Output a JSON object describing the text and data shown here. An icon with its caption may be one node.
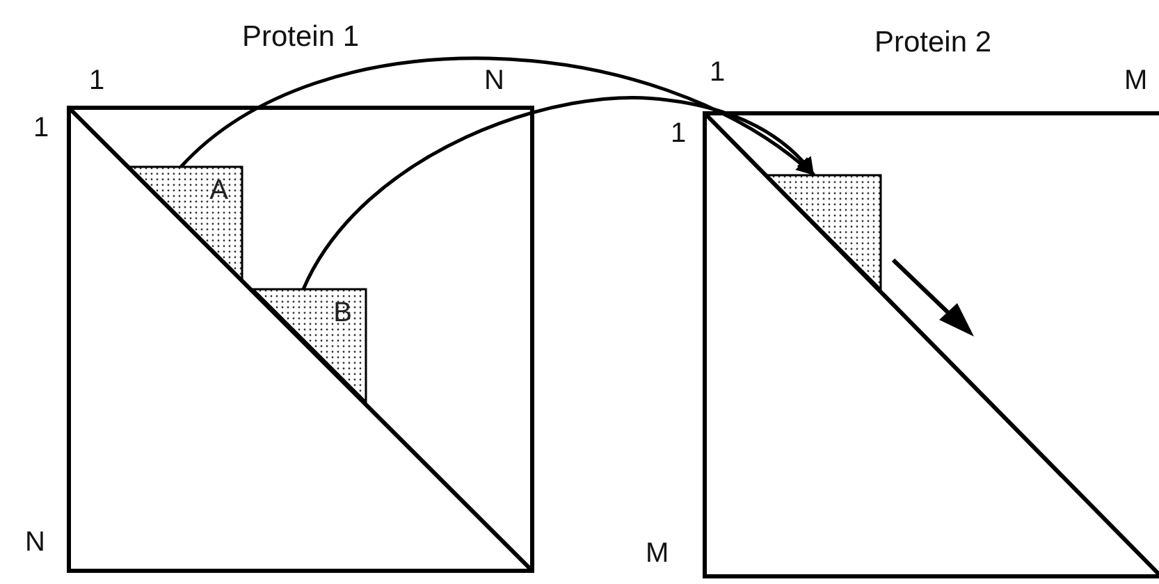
{
  "diagram": {
    "nodes": [
      {
        "text": [
          "Protein 1"
        ]
      },
      {
        "text": [
          "A"
        ],
        "in": 0
      },
      {
        "text": [
          "B"
        ],
        "in": 0
      },
      {
        "text": [
          "Protein 2"
        ]
      },
      {
        "text": [],
        "shape": "triangle",
        "in": 3
      }
    ],
    "edges": [
      {
        "from": 1,
        "to": 4,
        "arrow": "to"
      },
      {
        "from": 2,
        "to": 4,
        "arrow": "to"
      }
    ],
    "labels": [
      "1",
      "N",
      "1",
      "M",
      "1",
      "1",
      "N",
      "M"
    ]
  }
}
